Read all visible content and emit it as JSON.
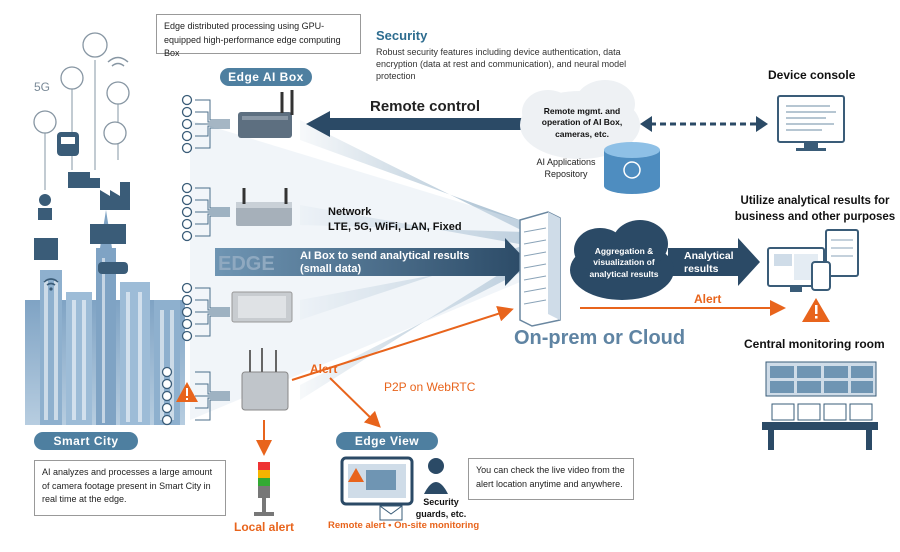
{
  "edge_box_note": "Edge distributed processing using GPU-equipped high-performance edge computing Box",
  "edge_box_label": "Edge AI Box",
  "security": {
    "title": "Security",
    "body": "Robust security features including device authentication, data encryption (data at rest and communication), and neural model protection"
  },
  "device_console": "Device console",
  "remote_control": "Remote control",
  "cloud_remote": "Remote mgmt. and operation of AI Box, cameras, etc.",
  "ai_repository": "AI Applications Repository",
  "network": {
    "line1": "Network",
    "line2": "LTE, 5G, WiFi, LAN, Fixed"
  },
  "edge_label": "EDGE",
  "ai_box_send": {
    "line1": "AI Box to send analytical results",
    "line2": "(small data)"
  },
  "aggregation": "Aggregation & visualization of analytical results",
  "analytical_results": {
    "line1": "Analytical",
    "line2": "results"
  },
  "utilize": "Utilize analytical results for business and other purposes",
  "alert_right": "Alert",
  "on_prem": "On-prem or Cloud",
  "central_monitoring": "Central monitoring room",
  "alert_mid": "Alert",
  "p2p": "P2P on WebRTC",
  "edge_view_label": "Edge View",
  "security_guards": "Security guards, etc.",
  "live_video_note": "You can check the live video from the alert location anytime and anywhere.",
  "remote_alert": "Remote alert • On-site monitoring",
  "local_alert": "Local alert",
  "smart_city_label": "Smart City",
  "smart_city_note": "AI analyzes and processes a large amount of camera footage present in Smart City in real time at the edge.",
  "five_g": "5G",
  "colors": {
    "accent_blue": "#2d6c8f",
    "pill_blue": "#4e7fa0",
    "alert_orange": "#e8641c",
    "dark_navy": "#2b4a66"
  }
}
